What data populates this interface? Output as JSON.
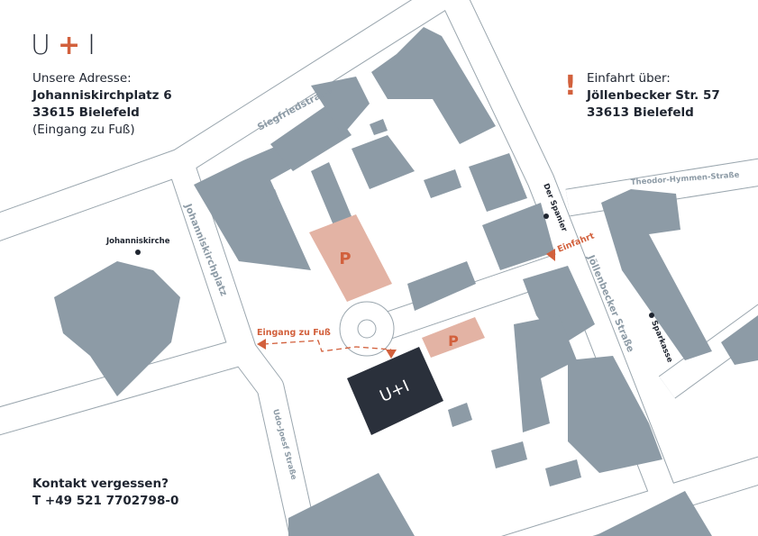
{
  "logo": {
    "u": "U",
    "plus": "+",
    "i": "I"
  },
  "address": {
    "heading": "Unsere Adresse:",
    "street": "Johanniskirchplatz 6",
    "city": "33615 Bielefeld",
    "note": "(Eingang zu Fuß)"
  },
  "entry": {
    "icon": "exclamation-icon",
    "heading": "Einfahrt über:",
    "street": "Jöllenbecker Str. 57",
    "city": "33613 Bielefeld"
  },
  "contact": {
    "heading": "Kontakt vergessen?",
    "phone": "T +49 521 7702798-0"
  },
  "map": {
    "streets": {
      "siegfried": "Siegfriedstraße",
      "johanniskirchplatz": "Johanniskirchplatz",
      "joellenbecker": "Jöllenbecker Straße",
      "theodor": "Theodor-Hymmen-Straße",
      "udo": "Udo-Joesf Straße"
    },
    "pois": {
      "johanniskirche": "Johanniskirche",
      "spanier": "Der Spanier",
      "sparkasse": "Sparkasse"
    },
    "markers": {
      "einfahrt": "Einfahrt",
      "eingang": "Eingang zu Fuß",
      "parking": "P",
      "building_logo": "U+I"
    },
    "colors": {
      "building": "#8d9ba6",
      "parking": "#e3b3a4",
      "accent": "#d2603c",
      "office": "#2a303b",
      "road": "#9aa6ae"
    }
  }
}
